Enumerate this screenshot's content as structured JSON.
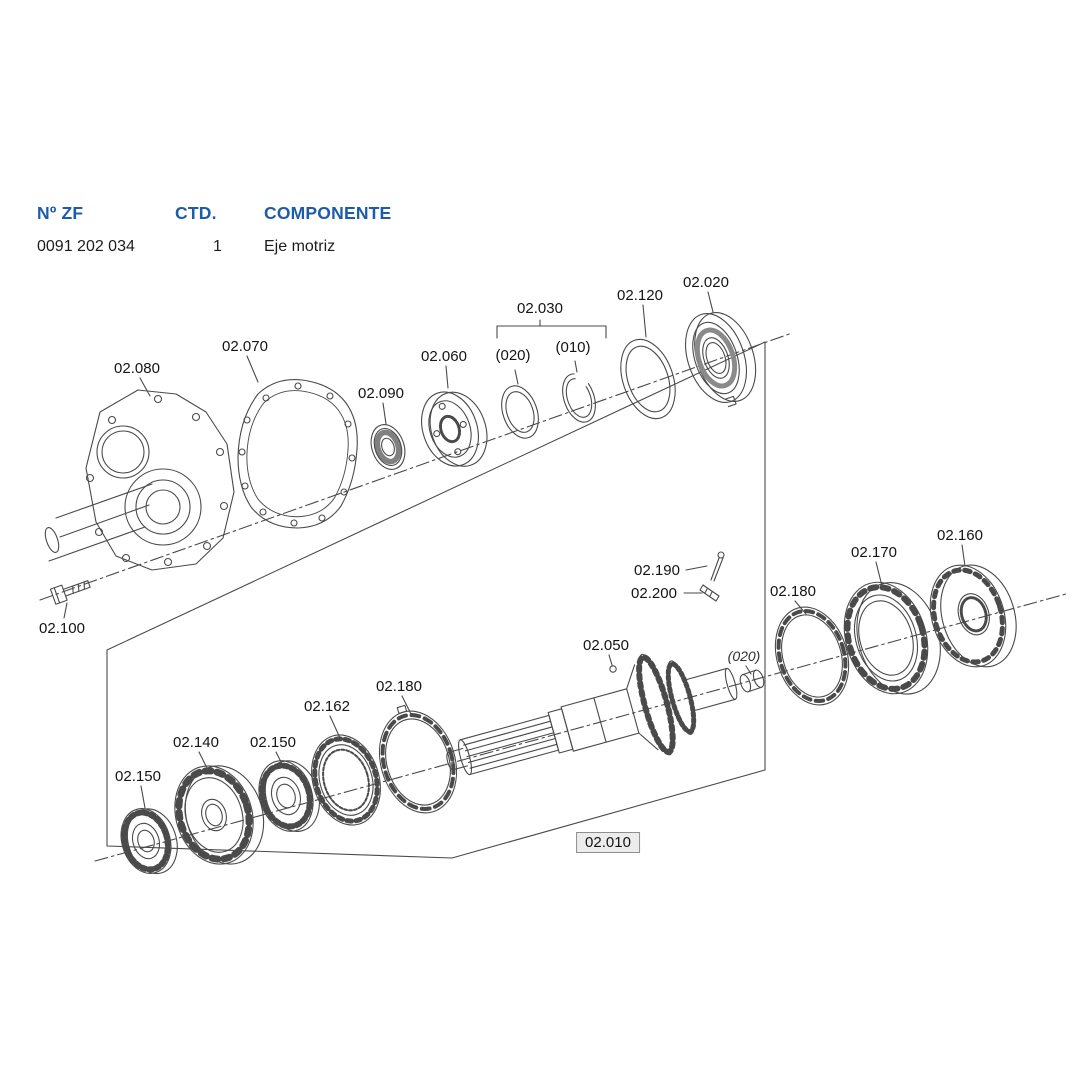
{
  "header": {
    "columns": [
      "Nº ZF",
      "CTD.",
      "COMPONENTE"
    ],
    "row": {
      "zf_number": "0091 202 034",
      "qty": "1",
      "component": "Eje motriz"
    }
  },
  "diagram": {
    "labels": [
      {
        "text": "02.080"
      },
      {
        "text": "02.070"
      },
      {
        "text": "02.090"
      },
      {
        "text": "02.060"
      },
      {
        "text": "02.030"
      },
      {
        "text": "(020)"
      },
      {
        "text": "(010)"
      },
      {
        "text": "02.120"
      },
      {
        "text": "02.020"
      },
      {
        "text": "02.100"
      },
      {
        "text": "02.190"
      },
      {
        "text": "02.200"
      },
      {
        "text": "02.050"
      },
      {
        "text": "02.180"
      },
      {
        "text": "02.162"
      },
      {
        "text": "02.140"
      },
      {
        "text": "02.150"
      },
      {
        "text": "02.150"
      },
      {
        "text": "(020)"
      },
      {
        "text": "02.180"
      },
      {
        "text": "02.170"
      },
      {
        "text": "02.160"
      }
    ],
    "boxed_label": {
      "text": "02.010"
    }
  },
  "colors": {
    "header_blue": "#1c5ca8",
    "line": "#4a4a4a",
    "label_text": "#141414",
    "boxed_label_bg": "#ececec",
    "boxed_label_border": "#8f8f8f"
  }
}
